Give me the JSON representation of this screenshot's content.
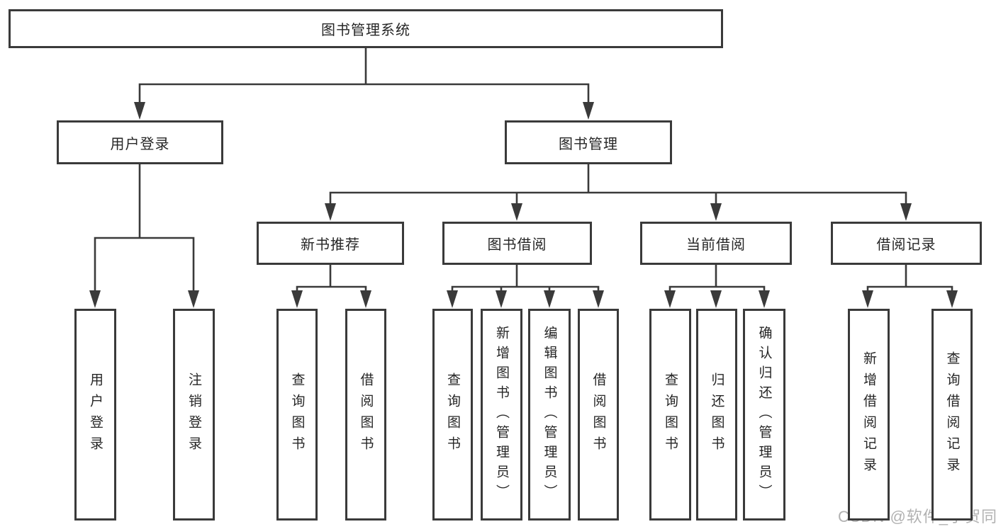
{
  "colors": {
    "line": "#3a3a3a",
    "box_border": "#3a3a3a",
    "text": "#262626",
    "background": "#ffffff",
    "watermark": "#b2b2b2"
  },
  "nodes": {
    "root": {
      "label": "图书管理系统"
    },
    "level2": [
      {
        "label": "用户登录"
      },
      {
        "label": "图书管理"
      }
    ],
    "level3": [
      {
        "label": "新书推荐"
      },
      {
        "label": "图书借阅"
      },
      {
        "label": "当前借阅"
      },
      {
        "label": "借阅记录"
      }
    ],
    "leaves": [
      {
        "label": "用户登录"
      },
      {
        "label": "注销登录"
      },
      {
        "label": "查询图书"
      },
      {
        "label": "借阅图书"
      },
      {
        "label": "查询图书"
      },
      {
        "label": "新增图书（管理员）"
      },
      {
        "label": "编辑图书（管理员）"
      },
      {
        "label": "借阅图书"
      },
      {
        "label": "查询图书"
      },
      {
        "label": "归还图书"
      },
      {
        "label": "确认归还（管理员）"
      },
      {
        "label": "新增借阅记录"
      },
      {
        "label": "查询借阅记录"
      }
    ]
  },
  "watermark": {
    "text": "CSDN @软件_小贺同学"
  }
}
